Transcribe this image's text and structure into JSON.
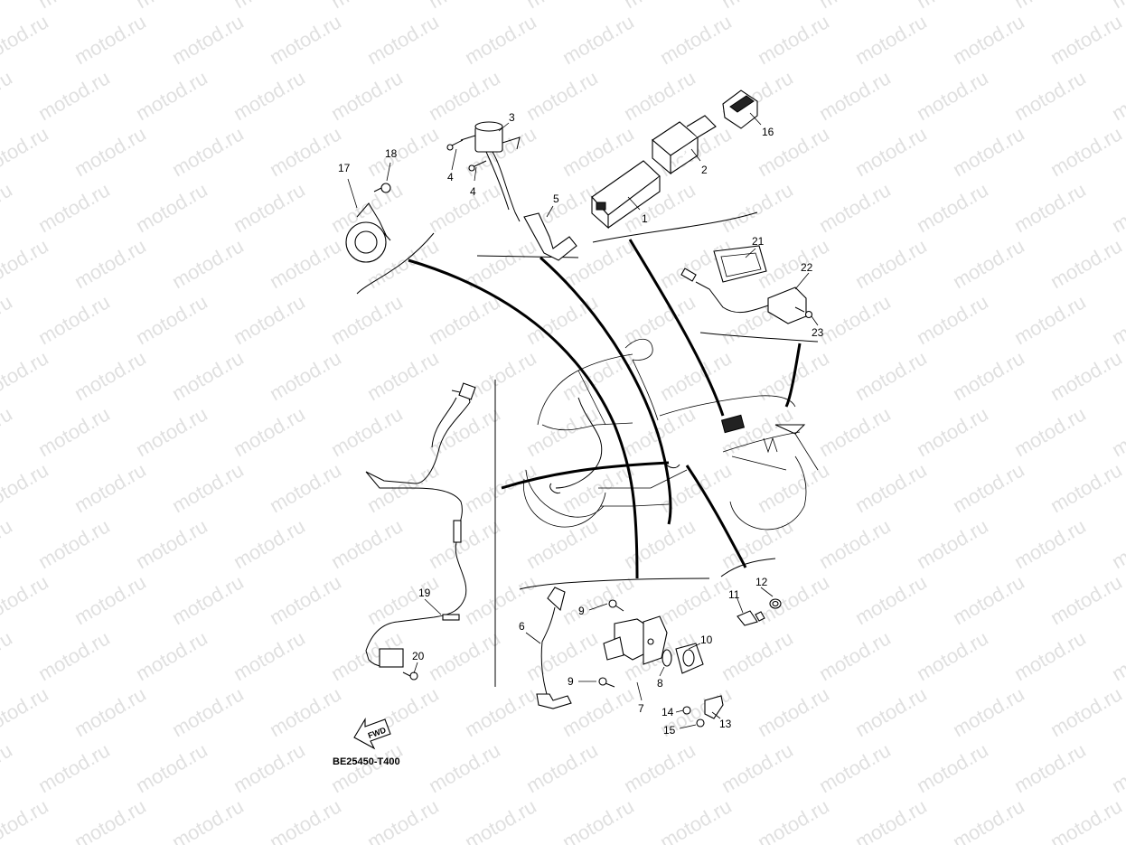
{
  "watermark": {
    "text": "motod.ru",
    "color": "#c8c8c8"
  },
  "diagram": {
    "code": "BE25450-T400",
    "fwd_label": "FWD"
  },
  "callouts": {
    "p1": "1",
    "p2": "2",
    "p3": "3",
    "p4a": "4",
    "p4b": "4",
    "p5": "5",
    "p6": "6",
    "p7": "7",
    "p8": "8",
    "p9a": "9",
    "p9b": "9",
    "p10": "10",
    "p11": "11",
    "p12": "12",
    "p13": "13",
    "p14": "14",
    "p15": "15",
    "p16": "16",
    "p17": "17",
    "p18": "18",
    "p19": "19",
    "p20": "20",
    "p21": "21",
    "p22": "22",
    "p23": "23"
  }
}
